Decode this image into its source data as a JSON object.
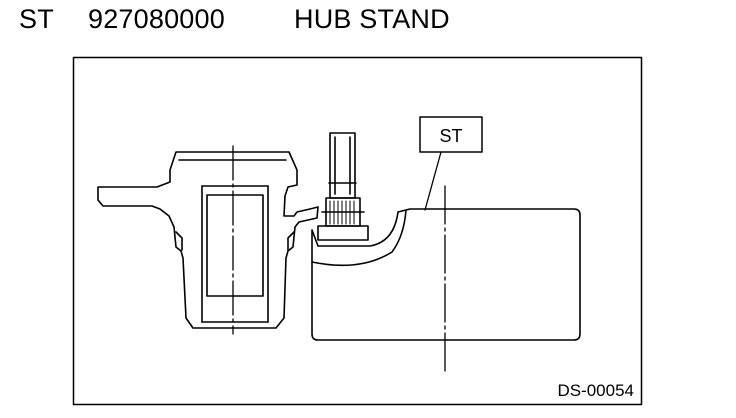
{
  "header": {
    "tool_code": "ST",
    "part_number": "927080000",
    "tool_name": "HUB STAND"
  },
  "figure": {
    "callout_label": "ST",
    "figure_id": "DS-00054"
  }
}
